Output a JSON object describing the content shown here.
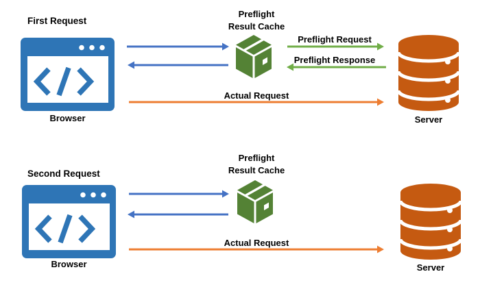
{
  "colors": {
    "background": "#ffffff",
    "text": "#000000",
    "browser-blue": "#2e75b6",
    "arrow-blue": "#4472c4",
    "box-green": "#548235",
    "arrow-green": "#70ad47",
    "server-orange": "#c55a11",
    "arrow-orange": "#ed7d31"
  },
  "icons": {
    "browser": "code-window-icon",
    "cache": "package-box-icon",
    "server": "database-icon"
  },
  "sections": [
    {
      "title": "First Request",
      "browser_label": "Browser",
      "cache_title_line1": "Preflight",
      "cache_title_line2": "Result Cache",
      "server_label": "Server",
      "preflight_request_label": "Preflight Request",
      "preflight_response_label": "Preflight Response",
      "actual_request_label": "Actual Request"
    },
    {
      "title": "Second Request",
      "browser_label": "Browser",
      "cache_title_line1": "Preflight",
      "cache_title_line2": "Result Cache",
      "server_label": "Server",
      "actual_request_label": "Actual Request"
    }
  ]
}
